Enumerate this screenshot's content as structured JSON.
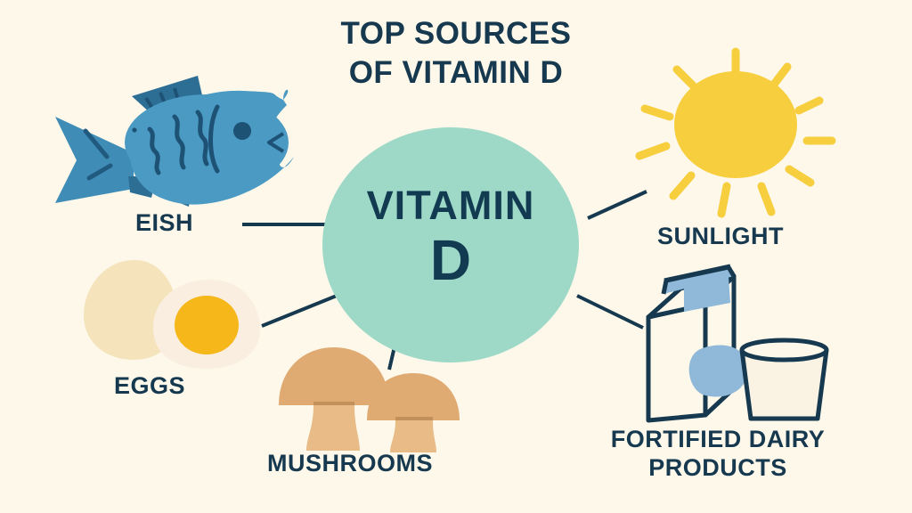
{
  "poster": {
    "background_color": "#fdf8ea",
    "title_line1": "TOP SOURCES",
    "title_line2": "OF VITAMIN D",
    "title_color": "#16394f"
  },
  "center_node": {
    "label_line1": "VITAMIN",
    "label_line2": "D",
    "fill_color": "#9ed9c8",
    "text_color": "#123b52"
  },
  "connectors": {
    "color": "#16394f"
  },
  "sources": [
    {
      "id": "fish",
      "label": "EISH",
      "icon": "fish-icon",
      "body_color": "#4a9ac4",
      "fin_color": "#2d6e95"
    },
    {
      "id": "eggs",
      "label": "EGGS",
      "icon": "eggs-icon",
      "shell_color": "#f5e3bc",
      "white_color": "#faeee0",
      "yolk_color": "#f5b719"
    },
    {
      "id": "mushrooms",
      "label": "MUSHROOMS",
      "icon": "mushrooms-icon",
      "cap_color": "#e0ab72",
      "stem_color": "#e9bb87"
    },
    {
      "id": "sunlight",
      "label": "SUNLIGHT",
      "icon": "sun-icon",
      "sun_color": "#f7ce3e"
    },
    {
      "id": "dairy",
      "label_line1": "FORTIFIED DAIRY",
      "label_line2": "PRODUCTS",
      "icon": "milk-carton-icon",
      "outline_color": "#16394f",
      "accent_color": "#8fb8d9",
      "milk_color": "#faf3e4"
    }
  ]
}
